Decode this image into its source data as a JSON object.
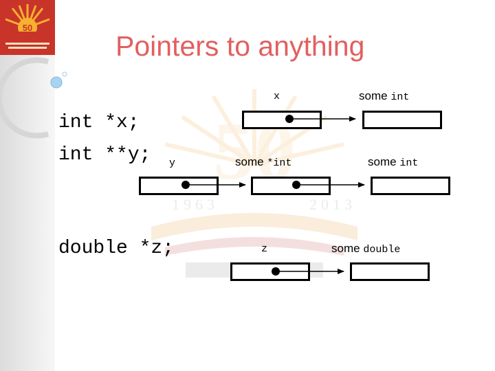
{
  "slide": {
    "title": "Pointers to anything"
  },
  "logo": {
    "number": "50"
  },
  "watermark": {
    "year_start": "1963",
    "year_end": "2013"
  },
  "code": {
    "decl_x": "int *x;",
    "decl_y": "int **y;",
    "decl_z": "double *z;"
  },
  "diagram": {
    "label_x": "x",
    "label_y": "y",
    "label_z": "z",
    "some_int_1": {
      "word": "some",
      "type": "int"
    },
    "some_ptr": {
      "word": "some",
      "type": "*int"
    },
    "some_int_2": {
      "word": "some",
      "type": "int"
    },
    "some_double": {
      "word": "some",
      "type": "double"
    }
  }
}
